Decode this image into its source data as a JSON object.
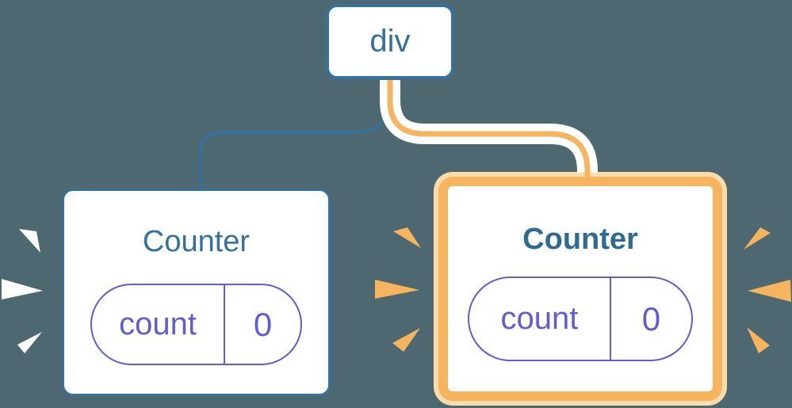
{
  "colors": {
    "background": "#4d6870",
    "blue": "#35719e",
    "blue_dark": "#2d6b93",
    "purple": "#5e5ed2",
    "orange": "#f6b45e",
    "peach": "#fcdcab",
    "card": "#ffffff"
  },
  "tree": {
    "root": {
      "label": "div"
    },
    "children": [
      {
        "id": "counter-left",
        "title": "Counter",
        "highlighted": false,
        "state": {
          "key": "count",
          "value": "0"
        }
      },
      {
        "id": "counter-right",
        "title": "Counter",
        "highlighted": true,
        "state": {
          "key": "count",
          "value": "0"
        }
      }
    ]
  },
  "icons": {
    "burst_left": "white-burst-rays",
    "burst_middle": "orange-burst-rays",
    "burst_right": "orange-burst-rays",
    "edge_left": "blue-connector-line",
    "edge_right": "orange-highlighted-connector-line"
  }
}
